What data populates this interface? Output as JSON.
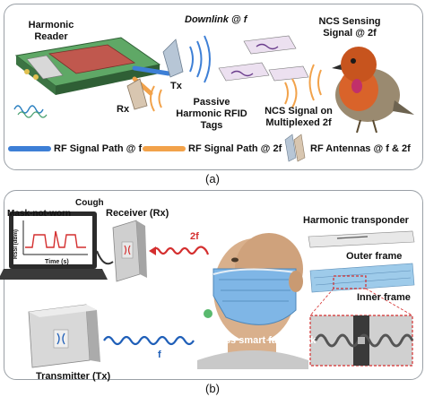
{
  "panel_a": {
    "caption": "(a)",
    "labels": {
      "reader": "Harmonic\nReader",
      "tx": "Tx",
      "rx": "Rx",
      "downlink": "Downlink @ f",
      "ncs_sensing": "NCS Sensing\nSignal @ 2f",
      "passive_tags": "Passive\nHarmonic  RFID\nTags",
      "ncs_multiplexed": "NCS Signal on\nMultiplexed 2f"
    },
    "legend": [
      {
        "label": "RF Signal Path @ f",
        "color": "#3d7fd6"
      },
      {
        "label": "RF Signal Path @ 2f",
        "color": "#f2a24a"
      },
      {
        "label": "RF Antennas @ f & 2f",
        "color": "#9fb3c8"
      }
    ]
  },
  "panel_b": {
    "caption": "(b)",
    "labels": {
      "mask_not_worn": "Mask-not-worn",
      "cough": "Cough",
      "rssi_axis": "RSSI (dBm)",
      "time_axis": "Time (s)",
      "receiver": "Receiver (Rx)",
      "transmitter": "Transmitter (Tx)",
      "freq_2f": "2f",
      "freq_f": "f",
      "smart_mask": "Wireless smart face mask",
      "harmonic_transponder": "Harmonic transponder",
      "outer_frame": "Outer frame",
      "inner_frame": "Inner frame"
    }
  },
  "colors": {
    "panel_border": "#9aa0a6",
    "reader_green": "#4f9a56",
    "tx_wave": "#1f5fb8",
    "rx_wave": "#d42f2f",
    "mask_blue": "#7fb6e6",
    "skin": "#d9b08c"
  }
}
